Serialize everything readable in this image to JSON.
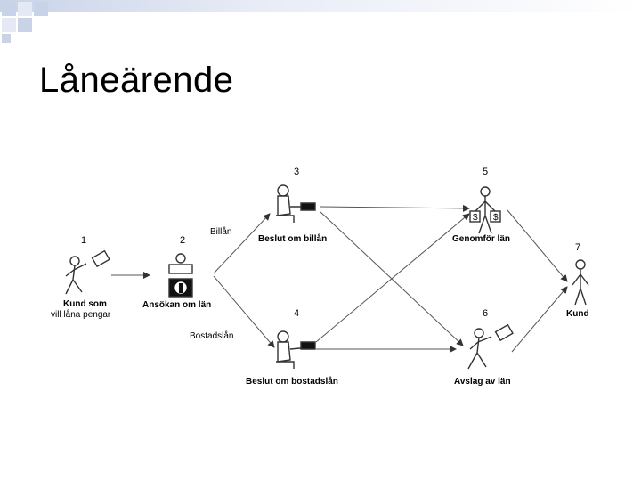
{
  "slide": {
    "title": "Låneärende"
  },
  "diagram": {
    "nodes": {
      "n1": {
        "number": "1",
        "label_line1": "Kund som",
        "label_line2": "vill låna pengar",
        "icon": "person-with-document-icon"
      },
      "n2": {
        "number": "2",
        "label": "Ansökan om län",
        "icon": "person-at-desk-icon"
      },
      "n3": {
        "number": "3",
        "label": "Beslut om billån",
        "icon": "seated-person-icon"
      },
      "n4": {
        "number": "4",
        "label": "Beslut om bostadslån",
        "icon": "seated-person-icon"
      },
      "n5": {
        "number": "5",
        "label": "Genomför län",
        "icon": "person-with-money-bags-icon"
      },
      "n6": {
        "number": "6",
        "label": "Avslag av län",
        "icon": "person-with-document-icon"
      },
      "n7": {
        "number": "7",
        "label": "Kund",
        "icon": "standing-person-icon"
      }
    },
    "edge_labels": {
      "car_loan": "Billån",
      "home_loan": "Bostadslån"
    },
    "money_symbols": [
      "$",
      "$"
    ],
    "colors": {
      "line": "#555555",
      "figure": "#333333",
      "accent": "#c9d3e8"
    }
  }
}
